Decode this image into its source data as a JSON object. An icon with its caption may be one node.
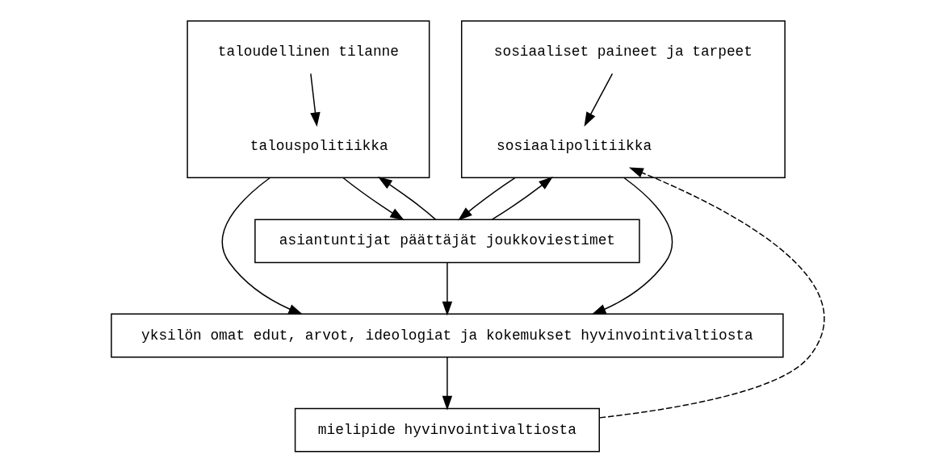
{
  "diagram": {
    "nodes": [
      {
        "text": [],
        "shape": "box"
      },
      {
        "text": [
          "taloudellinen tilanne"
        ],
        "in": 0
      },
      {
        "text": [
          "talouspolitiikka"
        ],
        "in": 0
      },
      {
        "text": [
          "asiantuntijat päättäjät joukkoviestimet"
        ]
      },
      {
        "text": [],
        "shape": "box"
      },
      {
        "text": [
          "sosiaaliset paineet ja tarpeet"
        ],
        "in": 4
      },
      {
        "text": [
          "sosiaalipolitiikka"
        ],
        "in": 4
      },
      {
        "text": [
          "yksilön omat edut, arvot, ideologiat ja kokemukset hyvinvointivaltiosta"
        ]
      },
      {
        "text": [
          "mielipide hyvinvointivaltiosta"
        ]
      }
    ],
    "edges": [
      {
        "from": 1,
        "to": 2,
        "arrow": "to"
      },
      {
        "from": 0,
        "to": 3,
        "arrow": "to"
      },
      {
        "from": 4,
        "to": 3,
        "arrow": "to"
      },
      {
        "from": 3,
        "to": 0,
        "arrow": "to"
      },
      {
        "from": 3,
        "to": 4,
        "arrow": "to"
      },
      {
        "from": 5,
        "to": 6,
        "arrow": "to"
      },
      {
        "from": 0,
        "to": 7,
        "arrow": "to"
      },
      {
        "from": 3,
        "to": 7,
        "arrow": "to"
      },
      {
        "from": 4,
        "to": 7,
        "arrow": "to"
      },
      {
        "from": 7,
        "to": 8,
        "arrow": "to"
      },
      {
        "from": 8,
        "to": 6,
        "arrow": "to",
        "style": "dashed"
      }
    ]
  }
}
